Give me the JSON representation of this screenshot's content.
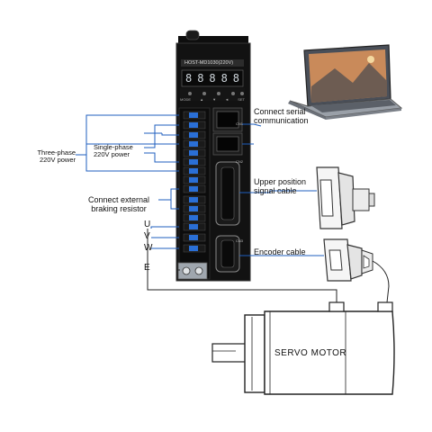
{
  "diagram": {
    "drive": {
      "model_plate": "HOST-MD1030(220V)",
      "display_digits": [
        "8",
        "8",
        "8",
        "8",
        "8"
      ],
      "keys": [
        "MODE",
        "▲",
        "▼",
        "◄",
        "SET"
      ],
      "port_labels": [
        "CN1",
        "CN2",
        "CN3"
      ]
    },
    "labels": {
      "three_phase": [
        "Three-phase",
        "220V power"
      ],
      "single_phase": [
        "Single-phase",
        "220V power"
      ],
      "braking": [
        "Connect external",
        "braking resistor"
      ],
      "u": "U",
      "v": "V",
      "w": "W",
      "e": "E",
      "serial": [
        "Connect serial",
        "communication"
      ],
      "upper": [
        "Upper position",
        "signal cable"
      ],
      "encoder": "Encoder cable",
      "motor": "SERVO  MOTOR"
    },
    "colors": {
      "wire": "#1f5fbf",
      "drive_body": "#111111",
      "terminal": "#2a6fd6",
      "motor_line": "#222222"
    }
  }
}
